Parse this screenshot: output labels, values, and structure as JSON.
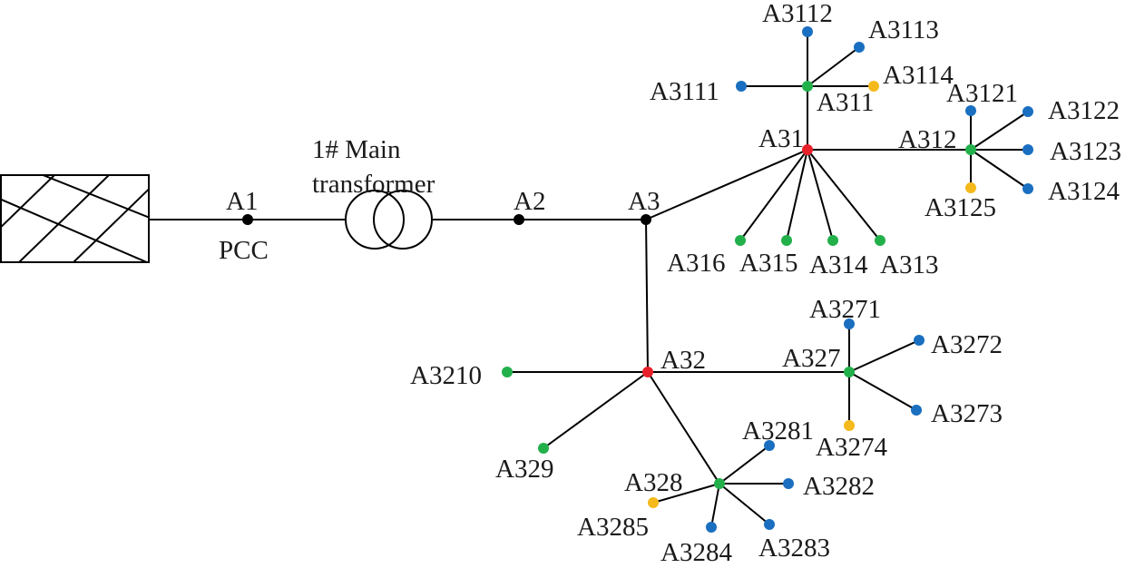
{
  "colors": {
    "wire": "#000000",
    "black_node": "#000000",
    "red_node": "#e8202a",
    "green_node": "#22b04b",
    "blue_node": "#1a6fc0",
    "yellow_node": "#f5b91c"
  },
  "grid_source": {
    "name": "grid-source-icon"
  },
  "transformer": {
    "line1": "1#  Main",
    "line2": "transformer"
  },
  "labels": {
    "A1": "A1",
    "PCC": "PCC",
    "A2": "A2",
    "A3": "A3",
    "A31": "A31",
    "A32": "A32",
    "A311": "A311",
    "A3111": "A3111",
    "A3112": "A3112",
    "A3113": "A3113",
    "A3114": "A3114",
    "A312": "A312",
    "A3121": "A3121",
    "A3122": "A3122",
    "A3123": "A3123",
    "A3124": "A3124",
    "A3125": "A3125",
    "A313": "A313",
    "A314": "A314",
    "A315": "A315",
    "A316": "A316",
    "A327": "A327",
    "A3271": "A3271",
    "A3272": "A3272",
    "A3273": "A3273",
    "A3274": "A3274",
    "A328": "A328",
    "A3281": "A3281",
    "A3282": "A3282",
    "A3283": "A3283",
    "A3284": "A3284",
    "A3285": "A3285",
    "A329": "A329",
    "A3210": "A3210"
  },
  "nodes": {
    "A1": "black",
    "A2": "black",
    "A3": "black",
    "A31": "red",
    "A32": "red",
    "A311": "green",
    "A312": "green",
    "A313": "green",
    "A314": "green",
    "A315": "green",
    "A316": "green",
    "A327": "green",
    "A328": "green",
    "A329": "green",
    "A3210": "green",
    "A3111": "blue",
    "A3112": "blue",
    "A3113": "blue",
    "A3114": "yellow",
    "A3121": "blue",
    "A3122": "blue",
    "A3123": "blue",
    "A3124": "blue",
    "A3125": "yellow",
    "A3271": "blue",
    "A3272": "blue",
    "A3273": "blue",
    "A3274": "yellow",
    "A3281": "blue",
    "A3282": "blue",
    "A3283": "blue",
    "A3284": "blue",
    "A3285": "yellow"
  },
  "edges": [
    [
      "A1",
      "transformer"
    ],
    [
      "transformer",
      "A2"
    ],
    [
      "A2",
      "A3"
    ],
    [
      "A3",
      "A31"
    ],
    [
      "A3",
      "A32"
    ],
    [
      "A31",
      "A311"
    ],
    [
      "A31",
      "A312"
    ],
    [
      "A31",
      "A313"
    ],
    [
      "A31",
      "A314"
    ],
    [
      "A31",
      "A315"
    ],
    [
      "A31",
      "A316"
    ],
    [
      "A311",
      "A3111"
    ],
    [
      "A311",
      "A3112"
    ],
    [
      "A311",
      "A3113"
    ],
    [
      "A311",
      "A3114"
    ],
    [
      "A312",
      "A3121"
    ],
    [
      "A312",
      "A3122"
    ],
    [
      "A312",
      "A3123"
    ],
    [
      "A312",
      "A3124"
    ],
    [
      "A312",
      "A3125"
    ],
    [
      "A32",
      "A3210"
    ],
    [
      "A32",
      "A327"
    ],
    [
      "A32",
      "A328"
    ],
    [
      "A32",
      "A329"
    ],
    [
      "A327",
      "A3271"
    ],
    [
      "A327",
      "A3272"
    ],
    [
      "A327",
      "A3273"
    ],
    [
      "A327",
      "A3274"
    ],
    [
      "A328",
      "A3281"
    ],
    [
      "A328",
      "A3282"
    ],
    [
      "A328",
      "A3283"
    ],
    [
      "A328",
      "A3284"
    ],
    [
      "A328",
      "A3285"
    ]
  ]
}
